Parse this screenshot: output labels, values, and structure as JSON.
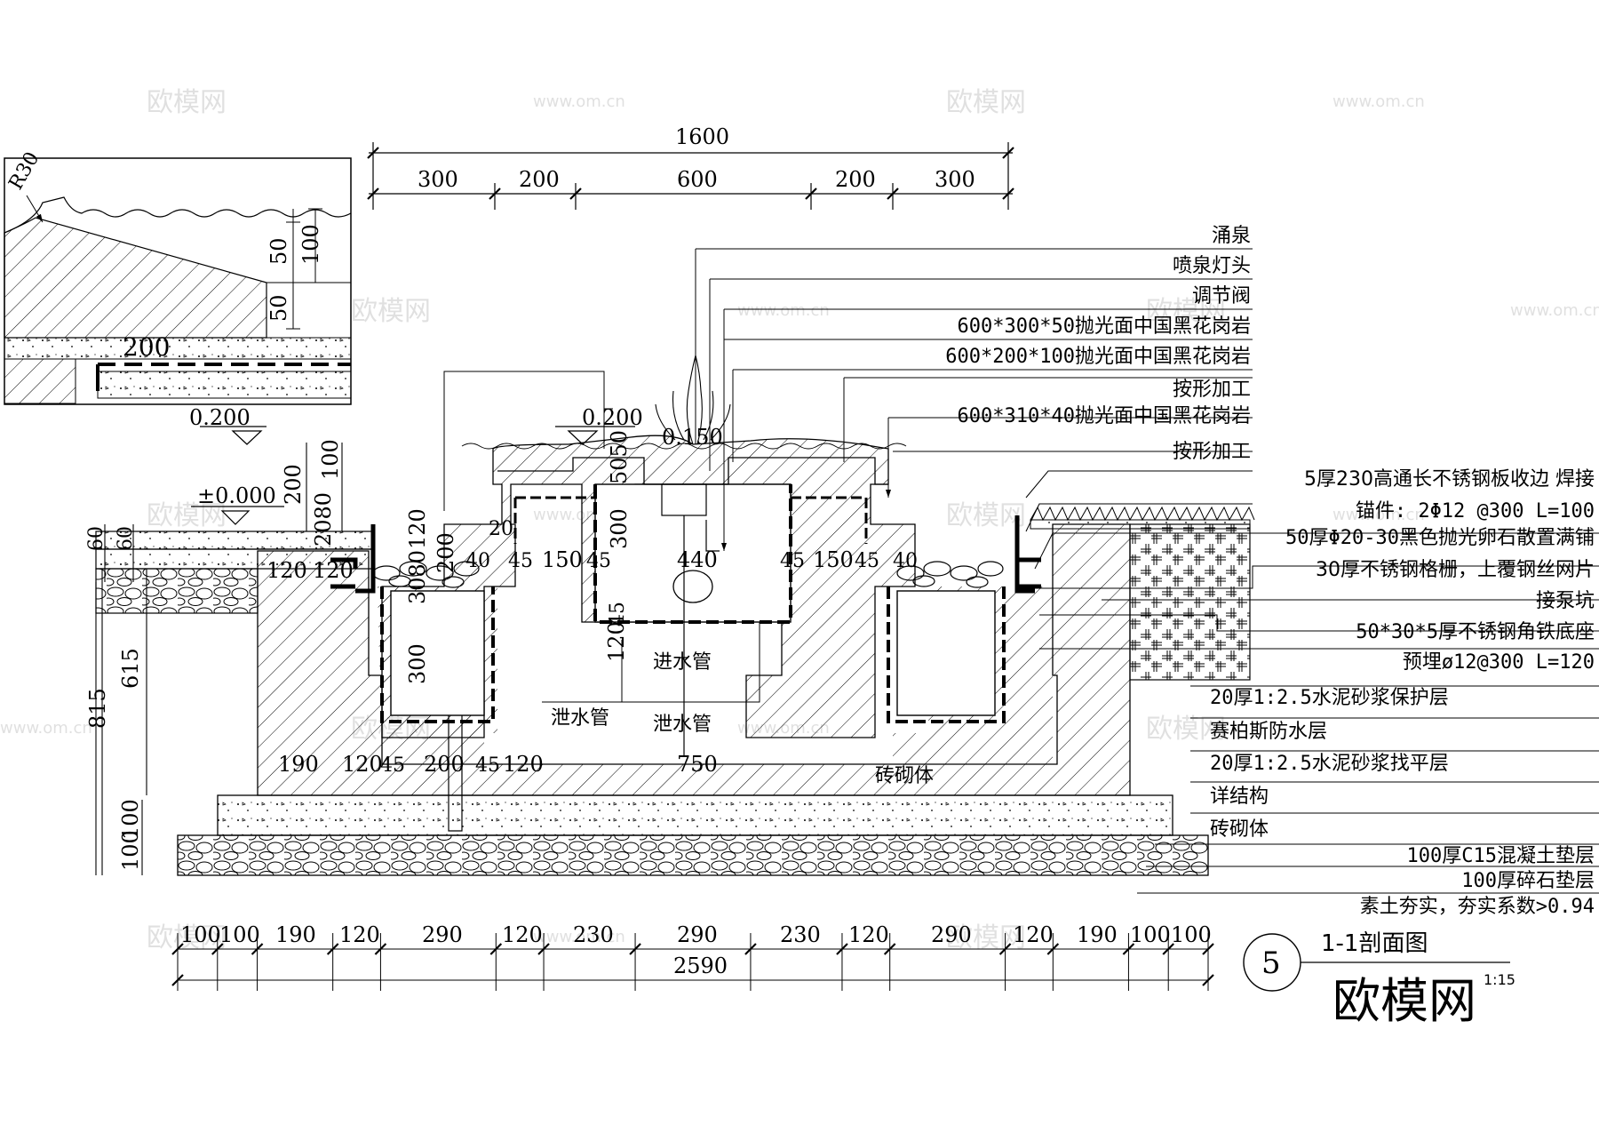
{
  "watermark": {
    "logo": "欧模网",
    "url": "www.om.cn"
  },
  "detail_inset": {
    "radius": "R30",
    "dim_50a": "50",
    "dim_100": "100",
    "dim_50b": "50",
    "dim_200": "200"
  },
  "top_dims": {
    "total": "1600",
    "segments": [
      "300",
      "200",
      "600",
      "200",
      "300"
    ]
  },
  "elevations": {
    "left_top": "0.200",
    "center_top": "0.200",
    "fountain": "0.150",
    "ground": "±0.000"
  },
  "left_dims": {
    "d60a": "60",
    "d60b": "60",
    "d200": "200",
    "d100": "100",
    "d2080": "2080",
    "d815": "815",
    "d615": "615",
    "d100a": "100",
    "d100b": "100"
  },
  "inner_dims": {
    "d120a": "120",
    "d120b": "120",
    "d20": "20",
    "d40a": "40",
    "d45a": "45",
    "d150a": "150",
    "d45b": "45",
    "d300a": "300",
    "d440": "440",
    "d45c": "45",
    "d150b": "150",
    "d45d": "45",
    "d40b": "40",
    "d120c": "120",
    "d200b": "200",
    "d3080": "3080",
    "d300b": "300",
    "d5050": "5050",
    "d45e": "45",
    "d120d": "120",
    "b190": "190",
    "b120": "120",
    "b45a": "45",
    "b200": "200",
    "b45b": "45",
    "b120b": "120",
    "b750": "750"
  },
  "inner_labels": {
    "inlet": "进水管",
    "drain_left": "泄水管",
    "drain_center": "泄水管",
    "masonry": "砖砌体"
  },
  "callouts": [
    "涌泉",
    "喷泉灯头",
    "调节阀",
    "600*300*50抛光面中国黑花岗岩",
    "600*200*100抛光面中国黑花岗岩",
    "按形加工",
    "600*310*40抛光面中国黑花岗岩",
    "按形加工",
    "5厚230高通长不锈钢板收边 焊接",
    "锚件: 2Φ12 @300 L=100",
    "50厚Φ20-30黑色抛光卵石散置满铺",
    "30厚不锈钢格栅，上覆钢丝网片",
    "接泵坑",
    "50*30*5厚不锈钢角铁底座",
    "预埋ø12@300 L=120",
    "20厚1:2.5水泥砂浆保护层",
    "赛柏斯防水层",
    "20厚1:2.5水泥砂浆找平层",
    "详结构",
    "砖砌体",
    "100厚C15混凝土垫层",
    "100厚碎石垫层",
    "素土夯实，夯实系数>0.94"
  ],
  "bottom_dims": {
    "segments": [
      "100",
      "100",
      "190",
      "120",
      "290",
      "120",
      "230",
      "290",
      "230",
      "120",
      "290",
      "120",
      "190",
      "100",
      "100"
    ],
    "total": "2590"
  },
  "title_block": {
    "number": "5",
    "title": "1-1剖面图",
    "scale": "1:15",
    "brand": "欧模网"
  }
}
